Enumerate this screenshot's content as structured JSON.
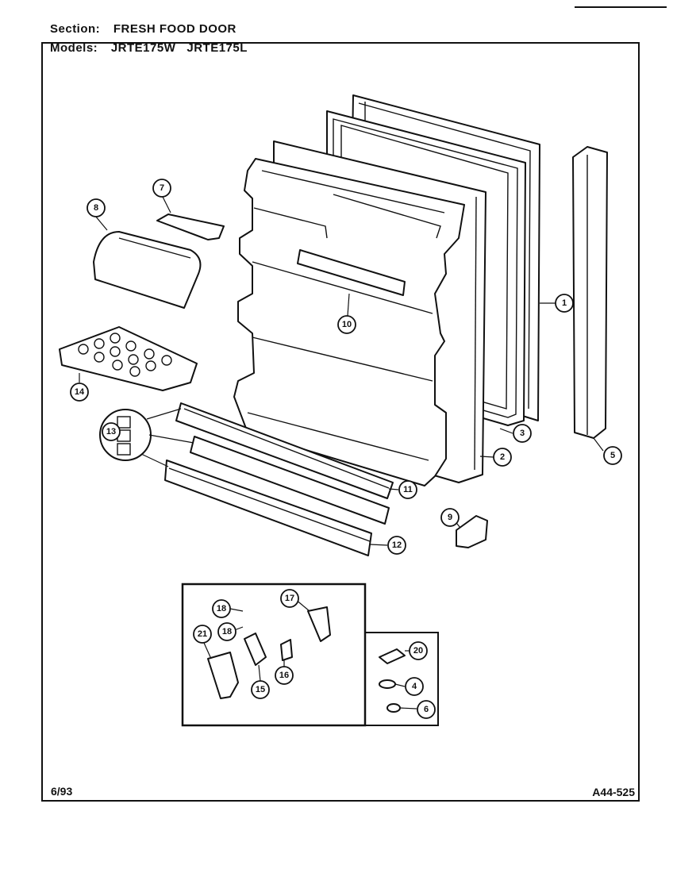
{
  "header": {
    "section_label": "Section:",
    "section_value": "FRESH FOOD DOOR",
    "models_label": "Models:",
    "models_value": "JRTE175W   JRTE175L"
  },
  "footer": {
    "date": "6/93",
    "code": "A44-525"
  },
  "callouts": [
    {
      "id": "c1",
      "label": "1"
    },
    {
      "id": "c2",
      "label": "2"
    },
    {
      "id": "c3",
      "label": "3"
    },
    {
      "id": "c4",
      "label": "4"
    },
    {
      "id": "c5",
      "label": "5"
    },
    {
      "id": "c6",
      "label": "6"
    },
    {
      "id": "c7",
      "label": "7"
    },
    {
      "id": "c8",
      "label": "8"
    },
    {
      "id": "c9",
      "label": "9"
    },
    {
      "id": "c10",
      "label": "10"
    },
    {
      "id": "c11",
      "label": "11"
    },
    {
      "id": "c12",
      "label": "12"
    },
    {
      "id": "c13",
      "label": "13"
    },
    {
      "id": "c14",
      "label": "14"
    },
    {
      "id": "c15",
      "label": "15"
    },
    {
      "id": "c16",
      "label": "16"
    },
    {
      "id": "c17",
      "label": "17"
    },
    {
      "id": "c18a",
      "label": "18"
    },
    {
      "id": "c18b",
      "label": "18"
    },
    {
      "id": "c20",
      "label": "20"
    },
    {
      "id": "c21",
      "label": "21"
    }
  ]
}
